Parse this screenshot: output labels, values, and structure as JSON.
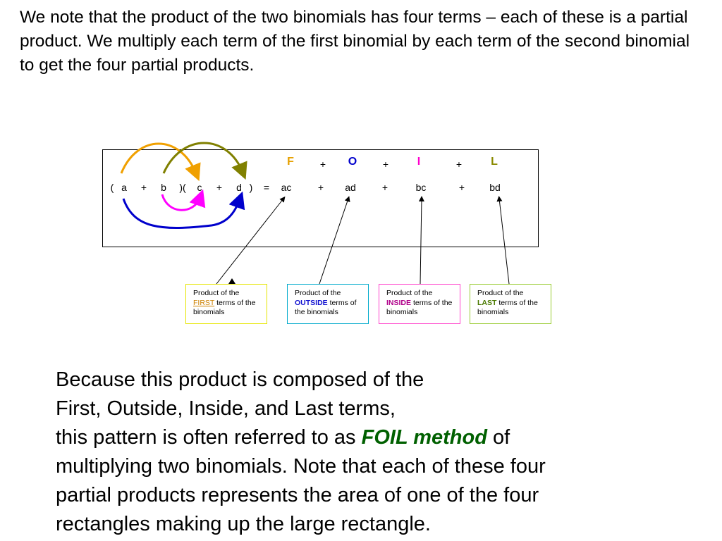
{
  "intro_text": "We note that the product of the two binomials has four terms – each of these is a partial product.  We multiply each term of the first binomial by each term of the second binomial to get the four partial products.",
  "foil_header": {
    "letters": [
      "F",
      "O",
      "I",
      "L"
    ],
    "plus": "+",
    "colors": {
      "F": "#e6a000",
      "O": "#0000cc",
      "I": "#ff00cc",
      "L": "#8a8a00"
    }
  },
  "equation": {
    "tokens": [
      "(",
      "a",
      "+",
      "b",
      ")(",
      "c",
      "+",
      "d",
      ")",
      "=",
      "ac",
      "+",
      "ad",
      "+",
      "bc",
      "+",
      "bd"
    ]
  },
  "arrow_colors": {
    "first": "#f0a000",
    "outside": "#0000cc",
    "inside": "#ff00ff",
    "last": "#808000"
  },
  "labels": [
    {
      "prefix": "Product of the",
      "keyword": "FIRST",
      "suffix": "terms of the binomials",
      "border": "#e6e600"
    },
    {
      "prefix": "Product of the",
      "keyword": "OUTSIDE",
      "suffix": "terms of the binomials",
      "border": "#00aacc"
    },
    {
      "prefix": "Product of the",
      "keyword": "INSIDE",
      "suffix": "terms of the binomials",
      "border": "#ff44cc"
    },
    {
      "prefix": "Product of the",
      "keyword": "LAST",
      "suffix": "terms of the binomials",
      "border": "#99cc33"
    }
  ],
  "summary": {
    "line1": "Because this product is composed of the",
    "line2": "First, Outside, Inside, and Last terms,",
    "line3_before": "this pattern is often referred to as",
    "foil_term": "FOIL method",
    "line3_after": "of",
    "line4": "multiplying two binomials.  Note that each of these four",
    "line5": "partial products represents the area of one of the four",
    "line6": "rectangles making up the large rectangle."
  }
}
